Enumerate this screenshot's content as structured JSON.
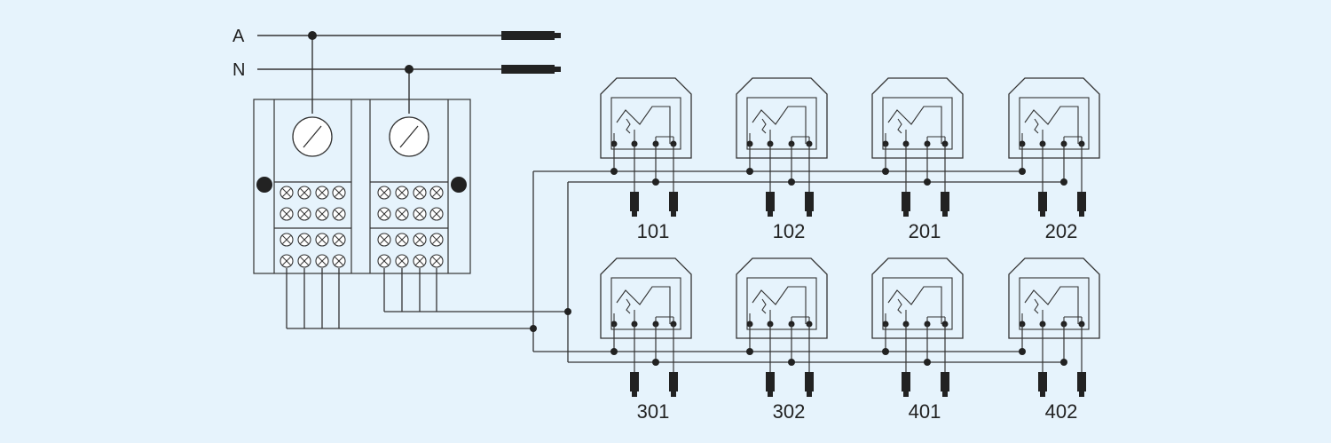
{
  "colors": {
    "background": "#e6f3fc",
    "line": "#333333",
    "fill": "#222222",
    "meter_face": "#ffffff"
  },
  "labels": {
    "line_a": "A",
    "line_n": "N"
  },
  "units_top": [
    "101",
    "102",
    "201",
    "202"
  ],
  "units_bottom": [
    "301",
    "302",
    "401",
    "402"
  ],
  "icons": [
    "meter-dial-icon",
    "terminal-screw-icon",
    "plug-terminal-icon",
    "mounting-hole-icon"
  ]
}
